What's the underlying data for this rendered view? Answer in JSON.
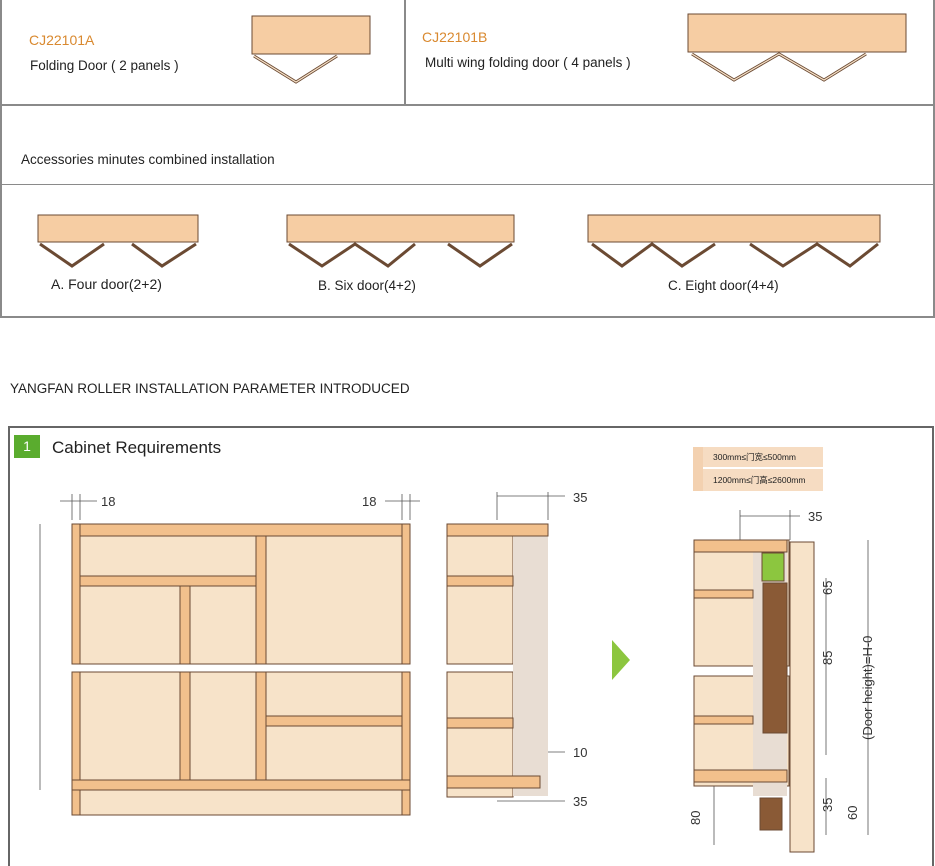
{
  "products": [
    {
      "code": "CJ22101A",
      "name": "Folding Door ( 2 panels )"
    },
    {
      "code": "CJ22101B",
      "name": "Multi wing folding door ( 4 panels )"
    }
  ],
  "accessories": {
    "heading": "Accessories minutes combined installation",
    "options": [
      {
        "label": "A. Four door(2+2)"
      },
      {
        "label": "B. Six door(4+2)"
      },
      {
        "label": "C. Eight door(4+4)"
      }
    ]
  },
  "section_title": "YANGFAN ROLLER INSTALLATION PARAMETER INTRODUCED",
  "step": {
    "number": "1",
    "title": "Cabinet Requirements"
  },
  "requirements": [
    "300mm≤门宽≤500mm",
    "1200mm≤门高≤2600mm"
  ],
  "dimensions": {
    "side_left": "18",
    "side_right": "18",
    "depth_top": "35",
    "gap_bottom": "10",
    "depth_bottom": "35",
    "detail_top": "35",
    "detail_65": "65",
    "detail_85": "85",
    "door_height": "(Door height)=H-0",
    "detail_35": "35",
    "detail_60": "60",
    "detail_80": "80"
  },
  "colors": {
    "panel": "#f6cda3",
    "cabinet": "#f7e3c9",
    "accent": "#e08a2c",
    "badge": "#5aac2e"
  }
}
